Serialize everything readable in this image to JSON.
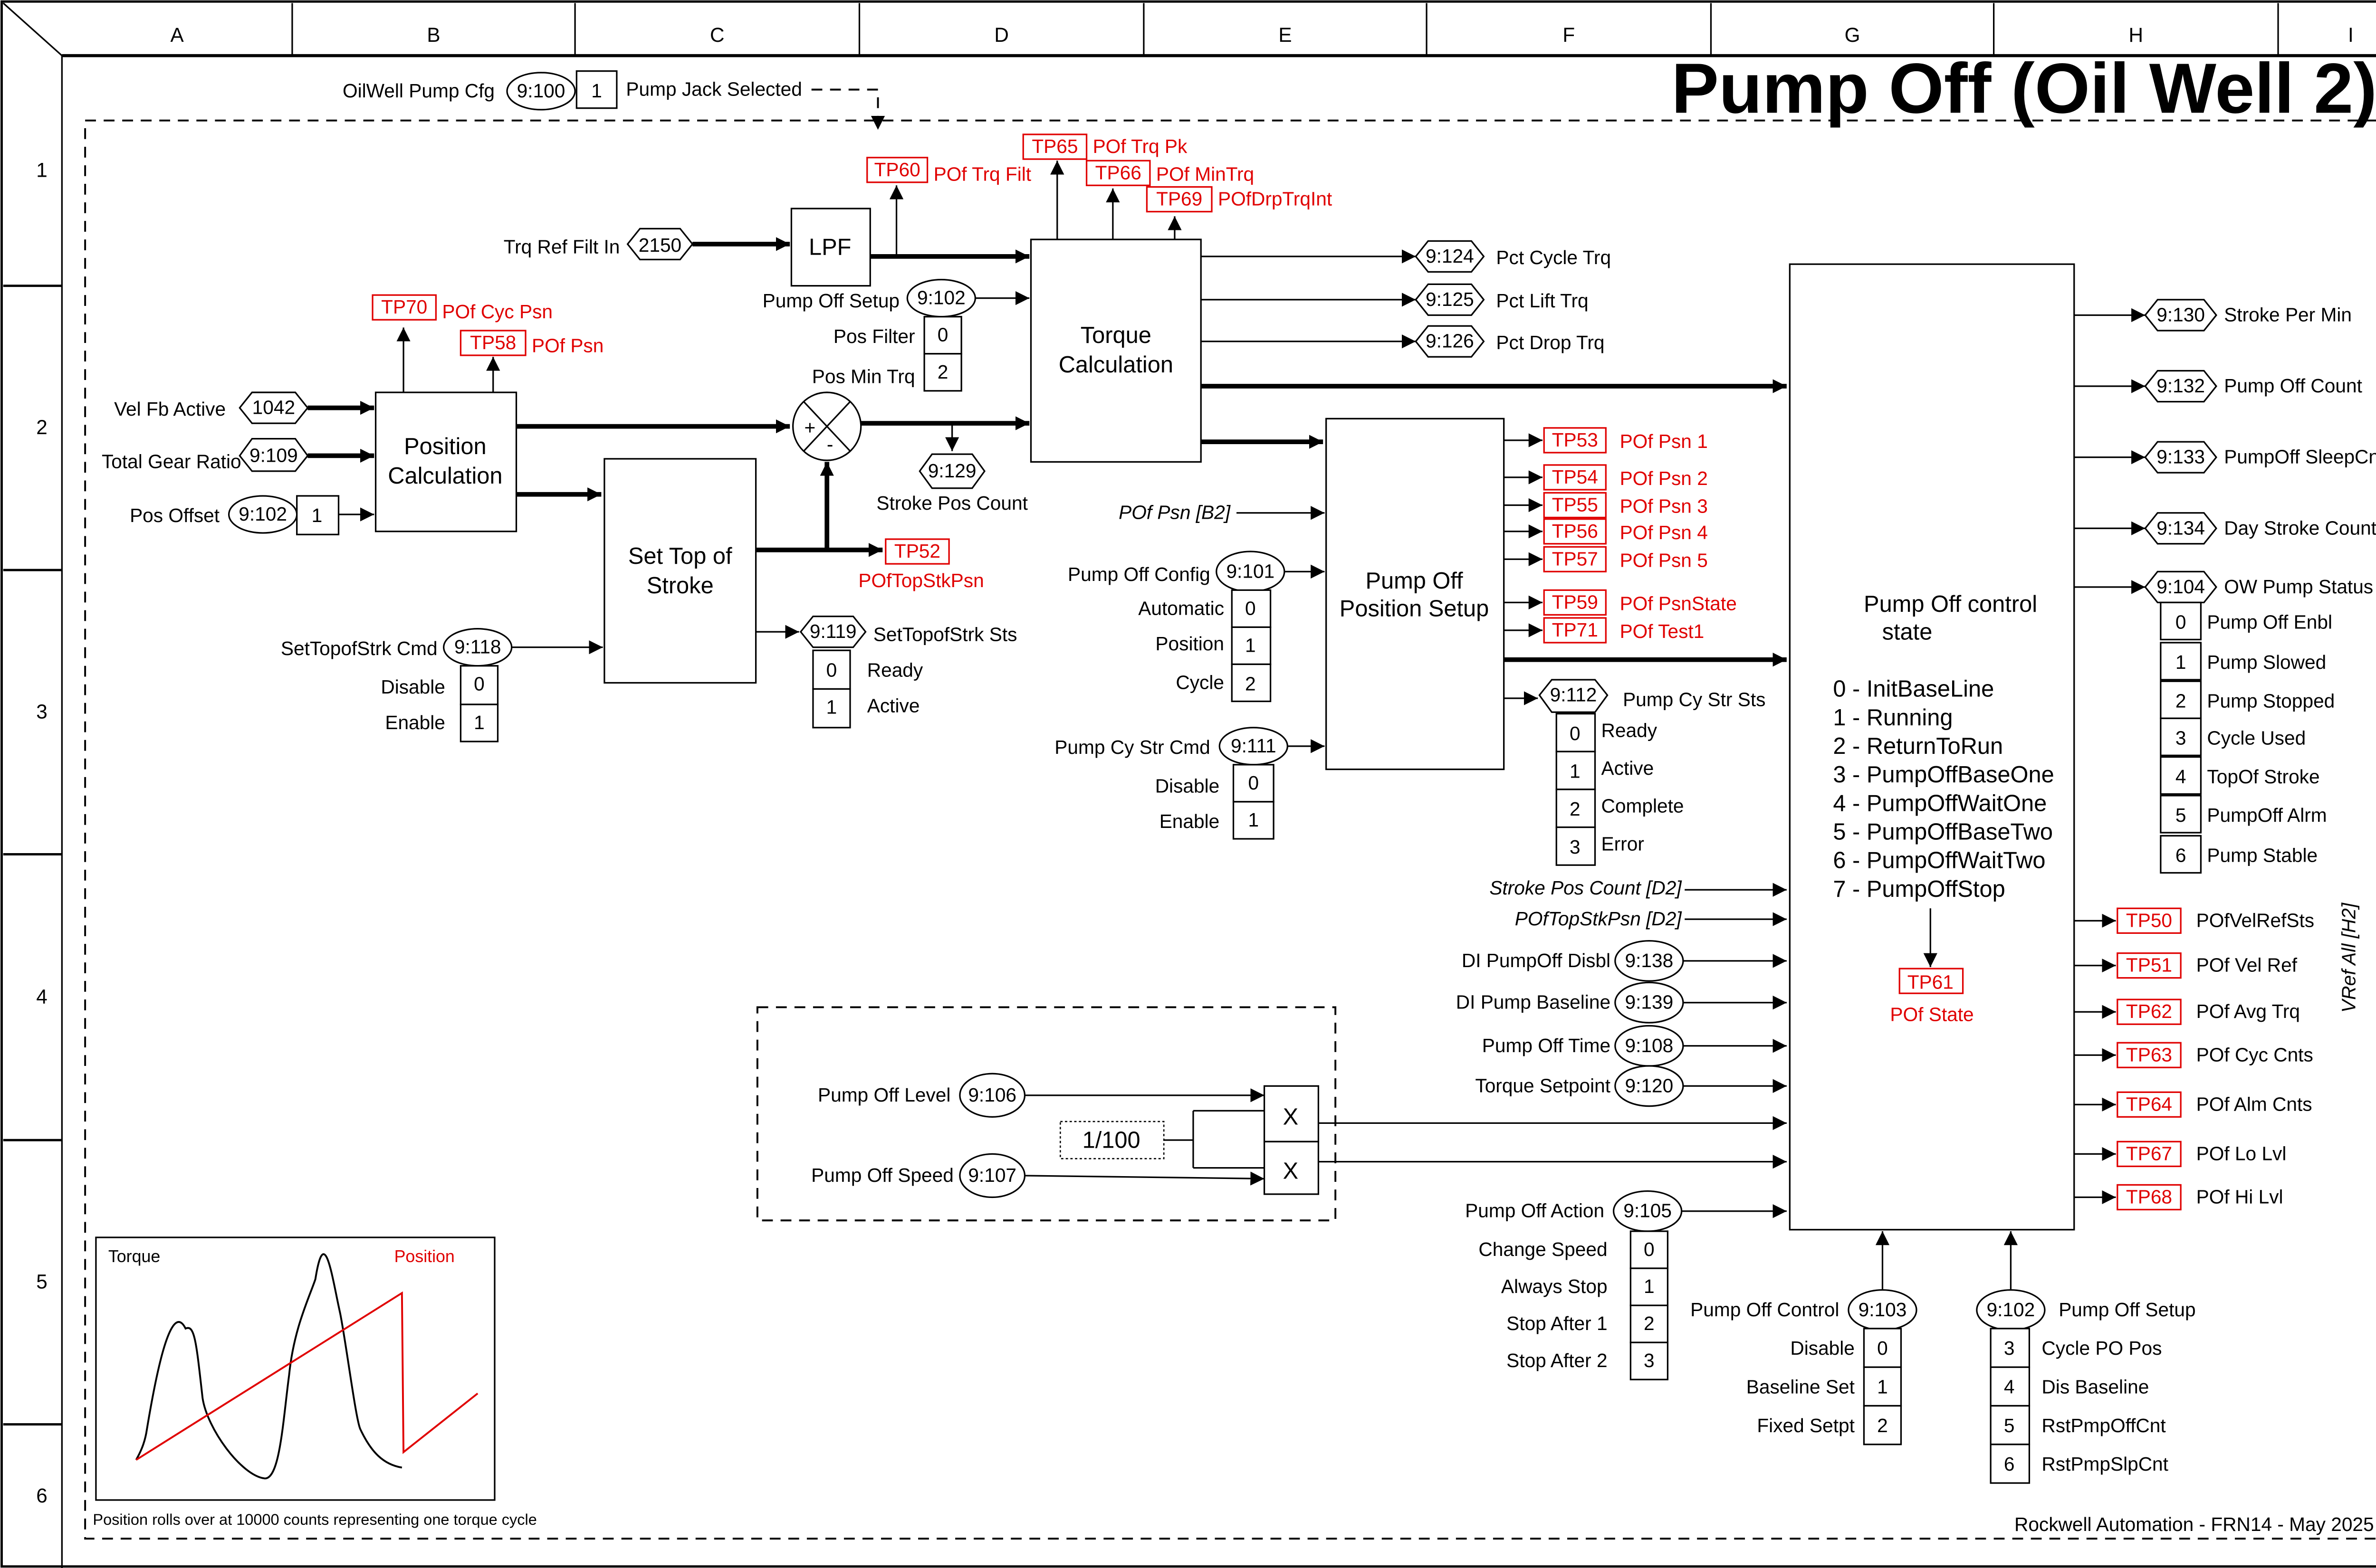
{
  "title": "Pump Off (Oil Well 2)",
  "footer": "Rockwell Automation - FRN14 - May 2025",
  "grid": {
    "columns": [
      "A",
      "B",
      "C",
      "D",
      "E",
      "F",
      "G",
      "H",
      "I"
    ],
    "rows": [
      "1",
      "2",
      "3",
      "4",
      "5",
      "6"
    ]
  },
  "config": {
    "label": "OilWell Pump Cfg",
    "param": "9:100",
    "value": "1",
    "desc": "Pump Jack Selected"
  },
  "blocks": {
    "lpf": "LPF",
    "torque_calc": [
      "Torque",
      "Calculation"
    ],
    "position_calc": [
      "Position",
      "Calculation"
    ],
    "set_top": [
      "Set Top of",
      "Stroke"
    ],
    "pos_setup": [
      "Pump Off",
      "Position Setup"
    ],
    "control_state": [
      "Pump Off control",
      "state"
    ],
    "const": "1/100",
    "mult": "X",
    "sum_plus": "+",
    "sum_minus": "-"
  },
  "states": [
    "0 - InitBaseLine",
    "1 - Running",
    "2 - ReturnToRun",
    "3 - PumpOffBaseOne",
    "4 - PumpOffWaitOne",
    "5 - PumpOffBaseTwo",
    "6 - PumpOffWaitTwo",
    "7 - PumpOffStop"
  ],
  "inputs": {
    "trq_ref": {
      "label": "Trq Ref Filt In",
      "param": "2150"
    },
    "pump_off_setup": {
      "label": "Pump Off Setup",
      "param": "9:102",
      "bits": [
        {
          "v": "0",
          "l": "Pos Filter"
        },
        {
          "v": "2",
          "l": "Pos Min Trq"
        }
      ]
    },
    "vel_fb": {
      "label": "Vel Fb Active",
      "param": "1042"
    },
    "gear": {
      "label": "Total Gear Ratio",
      "param": "9:109"
    },
    "pos_offset": {
      "label": "Pos Offset",
      "param": "9:102",
      "value": "1"
    },
    "settop_cmd": {
      "label": "SetTopofStrk Cmd",
      "param": "9:118",
      "bits": [
        {
          "v": "0",
          "l": "Disable"
        },
        {
          "v": "1",
          "l": "Enable"
        }
      ]
    },
    "pof_psn_ref": "POf Psn [B2]",
    "config": {
      "label": "Pump Off Config",
      "param": "9:101",
      "bits": [
        {
          "v": "0",
          "l": "Automatic"
        },
        {
          "v": "1",
          "l": "Position"
        },
        {
          "v": "2",
          "l": "Cycle"
        }
      ]
    },
    "cy_cmd": {
      "label": "Pump Cy Str Cmd",
      "param": "9:111",
      "bits": [
        {
          "v": "0",
          "l": "Disable"
        },
        {
          "v": "1",
          "l": "Enable"
        }
      ]
    },
    "stroke_ref": "Stroke Pos Count [D2]",
    "topstk_ref": "POfTopStkPsn [D2]",
    "di_disbl": {
      "label": "DI PumpOff Disbl",
      "param": "9:138"
    },
    "di_base": {
      "label": "DI Pump Baseline",
      "param": "9:139"
    },
    "off_time": {
      "label": "Pump Off Time",
      "param": "9:108"
    },
    "trq_set": {
      "label": "Torque Setpoint",
      "param": "9:120"
    },
    "level": {
      "label": "Pump Off Level",
      "param": "9:106"
    },
    "speed": {
      "label": "Pump Off Speed",
      "param": "9:107"
    },
    "action": {
      "label": "Pump Off Action",
      "param": "9:105",
      "bits": [
        {
          "v": "0",
          "l": "Change Speed"
        },
        {
          "v": "1",
          "l": "Always Stop"
        },
        {
          "v": "2",
          "l": "Stop After 1"
        },
        {
          "v": "3",
          "l": "Stop After 2"
        }
      ]
    },
    "control": {
      "label": "Pump Off Control",
      "param": "9:103",
      "bits": [
        {
          "v": "0",
          "l": "Disable"
        },
        {
          "v": "1",
          "l": "Baseline Set"
        },
        {
          "v": "2",
          "l": "Fixed Setpt"
        }
      ]
    },
    "setup2": {
      "label": "Pump Off Setup",
      "param": "9:102",
      "bits": [
        {
          "v": "3",
          "l": "Cycle PO Pos"
        },
        {
          "v": "4",
          "l": "Dis Baseline"
        },
        {
          "v": "5",
          "l": "RstPmpOffCnt"
        },
        {
          "v": "6",
          "l": "RstPmpSlpCnt"
        }
      ]
    }
  },
  "outputs": {
    "trq": [
      {
        "param": "9:124",
        "l": "Pct Cycle Trq"
      },
      {
        "param": "9:125",
        "l": "Pct Lift Trq"
      },
      {
        "param": "9:126",
        "l": "Pct Drop Trq"
      }
    ],
    "stroke_pos": {
      "param": "9:129",
      "l": "Stroke Pos Count"
    },
    "settop_sts": {
      "param": "9:119",
      "l": "SetTopofStrk Sts",
      "bits": [
        {
          "v": "0",
          "l": "Ready"
        },
        {
          "v": "1",
          "l": "Active"
        }
      ]
    },
    "cy_sts": {
      "param": "9:112",
      "l": "Pump Cy Str Sts",
      "bits": [
        {
          "v": "0",
          "l": "Ready"
        },
        {
          "v": "1",
          "l": "Active"
        },
        {
          "v": "2",
          "l": "Complete"
        },
        {
          "v": "3",
          "l": "Error"
        }
      ]
    },
    "right": [
      {
        "param": "9:130",
        "l": "Stroke Per Min"
      },
      {
        "param": "9:132",
        "l": "Pump Off Count"
      },
      {
        "param": "9:133",
        "l": "PumpOff SleepCnt"
      },
      {
        "param": "9:134",
        "l": "Day Stroke Count"
      },
      {
        "param": "9:104",
        "l": "OW Pump Status"
      }
    ],
    "status_bits": [
      {
        "v": "0",
        "l": "Pump Off Enbl"
      },
      {
        "v": "1",
        "l": "Pump Slowed"
      },
      {
        "v": "2",
        "l": "Pump Stopped"
      },
      {
        "v": "3",
        "l": "Cycle Used"
      },
      {
        "v": "4",
        "l": "TopOf Stroke"
      },
      {
        "v": "5",
        "l": "PumpOff Alrm"
      },
      {
        "v": "6",
        "l": "Pump Stable"
      }
    ],
    "vref": "VRef All [H2]"
  },
  "testpoints": {
    "tp60": {
      "tp": "TP60",
      "l": "POf Trq Filt"
    },
    "tp65": {
      "tp": "TP65",
      "l": "POf Trq Pk"
    },
    "tp66": {
      "tp": "TP66",
      "l": "POf MinTrq"
    },
    "tp69": {
      "tp": "TP69",
      "l": "POfDrpTrqInt"
    },
    "tp70": {
      "tp": "TP70",
      "l": "POf Cyc Psn"
    },
    "tp58": {
      "tp": "TP58",
      "l": "POf Psn"
    },
    "tp52": {
      "tp": "TP52",
      "l": "POfTopStkPsn"
    },
    "tp61": {
      "tp": "TP61",
      "l": "POf State"
    },
    "psn": [
      {
        "tp": "TP53",
        "l": "POf Psn 1"
      },
      {
        "tp": "TP54",
        "l": "POf Psn 2"
      },
      {
        "tp": "TP55",
        "l": "POf Psn 3"
      },
      {
        "tp": "TP56",
        "l": "POf Psn 4"
      },
      {
        "tp": "TP57",
        "l": "POf Psn 5"
      },
      {
        "tp": "TP59",
        "l": "POf PsnState"
      },
      {
        "tp": "TP71",
        "l": "POf Test1"
      }
    ],
    "right": [
      {
        "tp": "TP50",
        "l": "POfVelRefSts"
      },
      {
        "tp": "TP51",
        "l": "POf Vel Ref"
      },
      {
        "tp": "TP62",
        "l": "POf Avg Trq"
      },
      {
        "tp": "TP63",
        "l": "POf Cyc Cnts"
      },
      {
        "tp": "TP64",
        "l": "POf Alm Cnts"
      },
      {
        "tp": "TP67",
        "l": "POf Lo Lvl"
      },
      {
        "tp": "TP68",
        "l": "POf Hi Lvl"
      }
    ]
  },
  "inset": {
    "torque_label": "Torque",
    "position_label": "Position",
    "caption": "Position rolls over at 10000 counts representing one torque cycle",
    "torque_color": "#000000",
    "position_color": "#e00000"
  }
}
